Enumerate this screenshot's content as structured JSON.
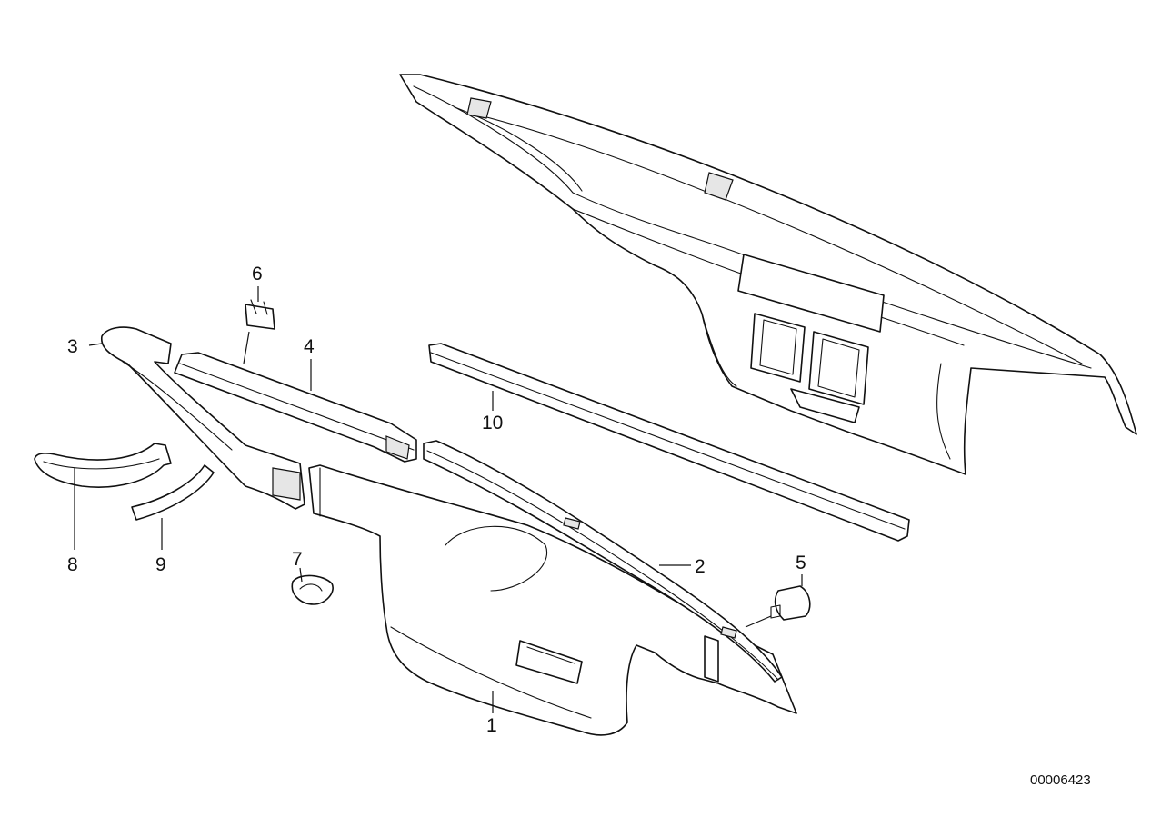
{
  "diagram": {
    "reference_number": "00006423",
    "callouts": [
      {
        "id": "1",
        "label": "1"
      },
      {
        "id": "2",
        "label": "2"
      },
      {
        "id": "3",
        "label": "3"
      },
      {
        "id": "4",
        "label": "4"
      },
      {
        "id": "5",
        "label": "5"
      },
      {
        "id": "6",
        "label": "6"
      },
      {
        "id": "7",
        "label": "7"
      },
      {
        "id": "8",
        "label": "8"
      },
      {
        "id": "9",
        "label": "9"
      },
      {
        "id": "10",
        "label": "10"
      }
    ]
  }
}
